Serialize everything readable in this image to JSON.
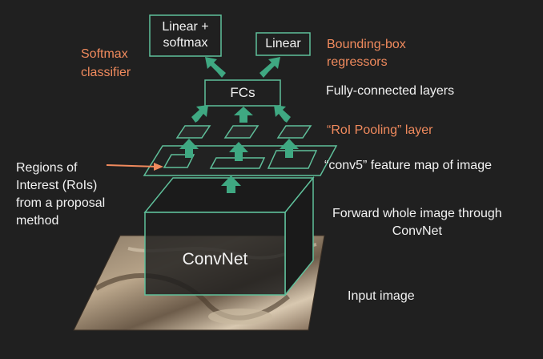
{
  "colors": {
    "background": "#202020",
    "accent_green": "#3fa882",
    "box_outline": "#5fbf9a",
    "label_white": "#f2f2f2",
    "label_orange": "#f08a5d"
  },
  "boxes": {
    "linear_softmax": "Linear +\nsoftmax",
    "linear": "Linear",
    "fcs": "FCs",
    "convnet": "ConvNet"
  },
  "labels": {
    "softmax_classifier": "Softmax\nclassifier",
    "bbox_regressors": "Bounding-box\nregressors",
    "fully_connected": "Fully-connected layers",
    "roi_pooling": "“RoI Pooling” layer",
    "conv5": "“conv5” feature map of image",
    "rois": "Regions of\nInterest (RoIs)\nfrom a proposal\nmethod",
    "forward": "Forward whole image through\nConvNet",
    "input_image": "Input image"
  }
}
